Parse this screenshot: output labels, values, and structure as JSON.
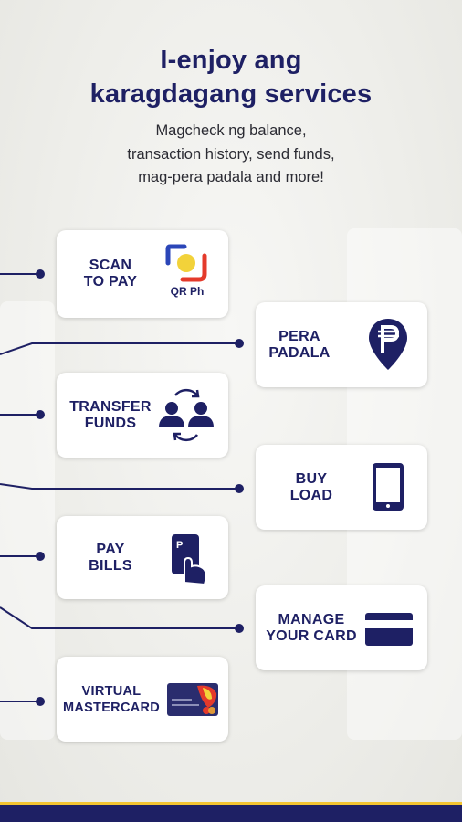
{
  "header": {
    "title_line1": "I-enjoy ang",
    "title_line2": "karagdagang services",
    "subtitle_line1": "Magcheck ng balance,",
    "subtitle_line2": "transaction history, send funds,",
    "subtitle_line3": "mag-pera padala and more!"
  },
  "services": {
    "scan_to_pay": {
      "label": "SCAN\nTO PAY",
      "icon": "qr-ph-icon",
      "badge_text": "QR Ph"
    },
    "pera_padala": {
      "label": "PERA\nPADALA",
      "icon": "peso-location-pin-icon"
    },
    "transfer_funds": {
      "label": "TRANSFER\nFUNDS",
      "icon": "transfer-people-icon"
    },
    "buy_load": {
      "label": "BUY\nLOAD",
      "icon": "mobile-phone-icon"
    },
    "pay_bills": {
      "label": "PAY\nBILLS",
      "icon": "pay-bills-hand-icon"
    },
    "manage_your_card": {
      "label": "MANAGE\nYOUR CARD",
      "icon": "credit-card-icon"
    },
    "virtual_mastercard": {
      "label": "VIRTUAL\nMASTERCARD",
      "icon": "mastercard-card-icon"
    }
  },
  "colors": {
    "navy": "#1e2064",
    "gold": "#f3c431",
    "red": "#e43a2b",
    "yellow": "#f2d23a",
    "blue": "#2b46b8"
  }
}
